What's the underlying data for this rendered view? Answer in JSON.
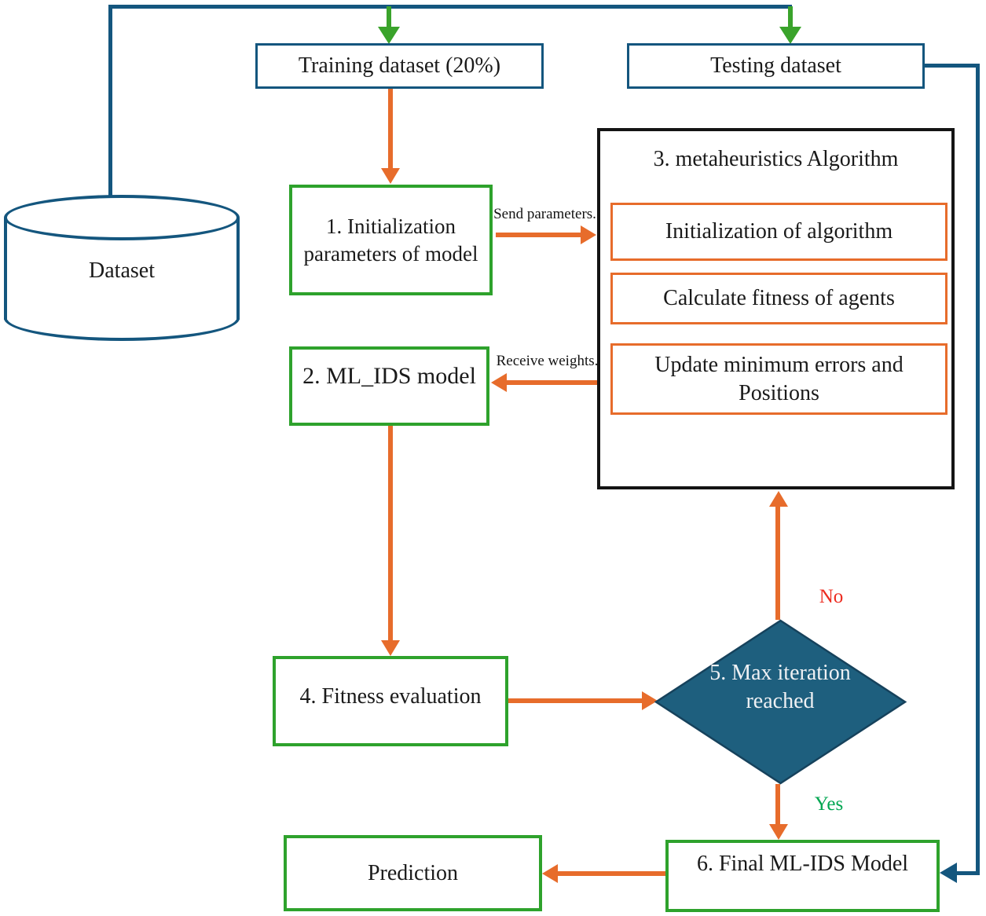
{
  "nodes": {
    "dataset": "Dataset",
    "training": "Training dataset (20%)",
    "testing": "Testing dataset",
    "init_params": "1. Initialization parameters of model",
    "ml_ids": "2. ML_IDS model",
    "meta": {
      "title": "3. metaheuristics Algorithm",
      "steps": [
        "Initialization of algorithm",
        "Calculate fitness of agents",
        "Update minimum errors and Positions"
      ]
    },
    "fitness": "4. Fitness evaluation",
    "decision": "5. Max iteration reached",
    "final_model": "6. Final ML-IDS Model",
    "prediction": "Prediction"
  },
  "edge_labels": {
    "send": "Send parameters.",
    "receive": "Receive weights.",
    "no": "No",
    "yes": "Yes"
  },
  "colors": {
    "line_blue": "#14567E",
    "node_green": "#2EA22C",
    "arrow_orange": "#E76C2B",
    "arrow_green": "#3AA32B",
    "decision_fill": "#1E5F7E",
    "no_red": "#ED2B1F",
    "yes_green": "#00A651"
  }
}
